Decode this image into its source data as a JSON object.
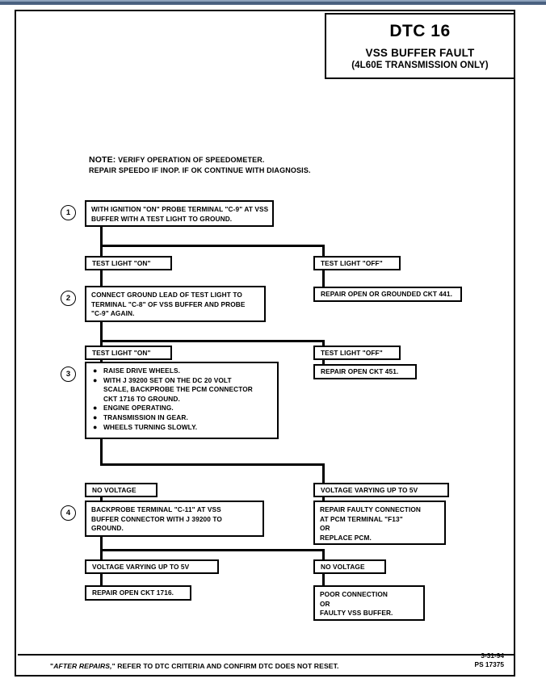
{
  "title_box": {
    "dtc": "DTC 16",
    "fault": "VSS BUFFER FAULT",
    "scope": "(4L60E TRANSMISSION ONLY)"
  },
  "note": {
    "label": "NOTE:",
    "line1": "VERIFY OPERATION OF SPEEDOMETER.",
    "line2": "REPAIR SPEEDO IF INOP.  IF OK CONTINUE WITH DIAGNOSIS."
  },
  "steps": {
    "s1": {
      "num": "1",
      "line1": "WITH IGNITION \"ON\" PROBE TERMINAL \"C-9\" AT VSS",
      "line2": "BUFFER WITH A TEST LIGHT TO GROUND."
    },
    "s2": {
      "num": "2",
      "line1": "CONNECT GROUND LEAD OF TEST LIGHT TO",
      "line2": "TERMINAL \"C-8\" OF VSS BUFFER AND PROBE",
      "line3": "\"C-9\" AGAIN."
    },
    "s3": {
      "num": "3",
      "bullets": [
        {
          "line1": "RAISE DRIVE WHEELS."
        },
        {
          "line1": "WITH J 39200 SET ON THE DC 20 VOLT",
          "line2": "SCALE, BACKPROBE THE PCM CONNECTOR",
          "line3": "CKT 1716 TO GROUND."
        },
        {
          "line1": "ENGINE OPERATING."
        },
        {
          "line1": "TRANSMISSION IN GEAR."
        },
        {
          "line1": "WHEELS TURNING SLOWLY."
        }
      ]
    },
    "s4": {
      "num": "4",
      "line1": "BACKPROBE TERMINAL \"C-11\" AT VSS",
      "line2": "BUFFER CONNECTOR WITH J 39200 TO",
      "line3": "GROUND."
    }
  },
  "conditions": {
    "c1_left": "TEST LIGHT \"ON\"",
    "c1_right": "TEST LIGHT \"OFF\"",
    "c2_left": "TEST LIGHT \"ON\"",
    "c2_right": "TEST LIGHT \"OFF\"",
    "c3_left": "NO VOLTAGE",
    "c3_right": "VOLTAGE VARYING UP TO 5V",
    "c4_left": "VOLTAGE VARYING UP TO 5V",
    "c4_right": "NO VOLTAGE"
  },
  "outcomes": {
    "o1": "REPAIR OPEN OR GROUNDED CKT 441.",
    "o2": "REPAIR OPEN CKT 451.",
    "o3_line1": "REPAIR FAULTY CONNECTION",
    "o3_line2": "AT PCM TERMINAL \"F13\"",
    "o3_line3": "OR",
    "o3_line4": "REPLACE PCM.",
    "o4": "REPAIR OPEN CKT 1716.",
    "o5_line1": "POOR CONNECTION",
    "o5_line2": "OR",
    "o5_line3": "FAULTY VSS BUFFER."
  },
  "footer": {
    "prefix": "\"",
    "italic": "AFTER REPAIRS,",
    "rest": "\" REFER TO DTC CRITERIA AND CONFIRM DTC DOES NOT RESET.",
    "date": "3-31-94",
    "ps": "PS 17375"
  },
  "bullet_glyph": "●"
}
